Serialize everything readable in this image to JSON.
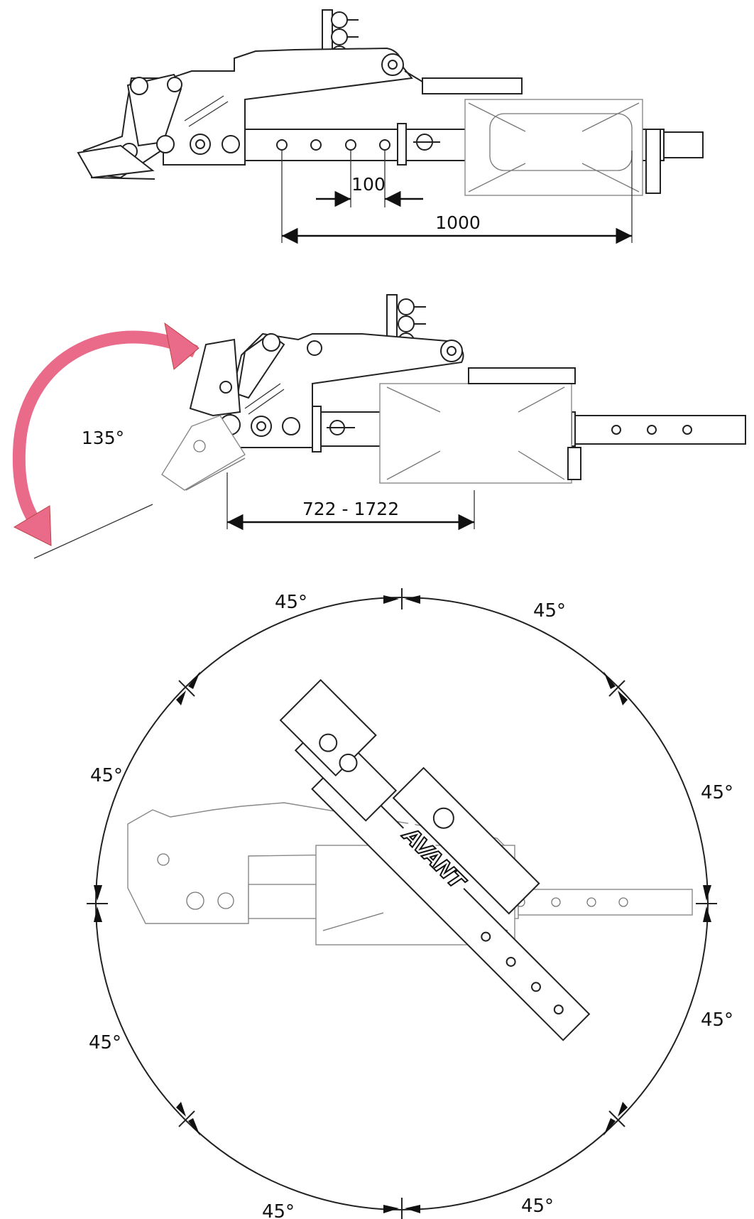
{
  "brand": {
    "logo_text": "AVANT"
  },
  "colors": {
    "rotation_arrow": "#ea6a8a",
    "line": "#222222"
  },
  "top_view": {
    "dim_hole_spacing": "100",
    "dim_total_travel": "1000"
  },
  "middle_view": {
    "tilt_angle": "135°",
    "dim_extension_range": "722 - 1722"
  },
  "bottom_view": {
    "angles": {
      "top_left": "45°",
      "top_right": "45°",
      "upper_left": "45°",
      "upper_right": "45°",
      "lower_left": "45°",
      "lower_right": "45°",
      "bottom_left": "45°",
      "bottom_right": "45°"
    }
  }
}
